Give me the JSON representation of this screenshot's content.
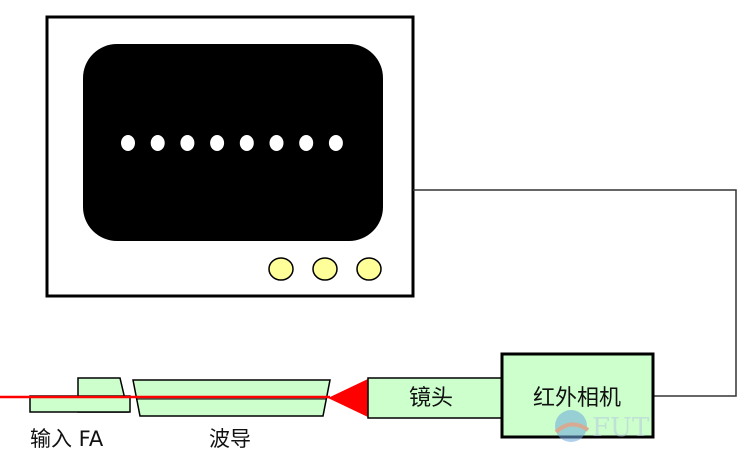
{
  "labels": {
    "lens": "镜头",
    "ir_camera": "红外相机",
    "waveguide": "波导",
    "input_fa": "输入 FA"
  },
  "monitor": {
    "spot_count": 8,
    "knob_count": 3
  },
  "colors": {
    "block_fill": "#ccffcc",
    "knob_fill": "#ffff99",
    "laser": "#ff0000",
    "screen": "#000000",
    "spot": "#ffffff"
  },
  "watermark": {
    "text": "FUT"
  }
}
